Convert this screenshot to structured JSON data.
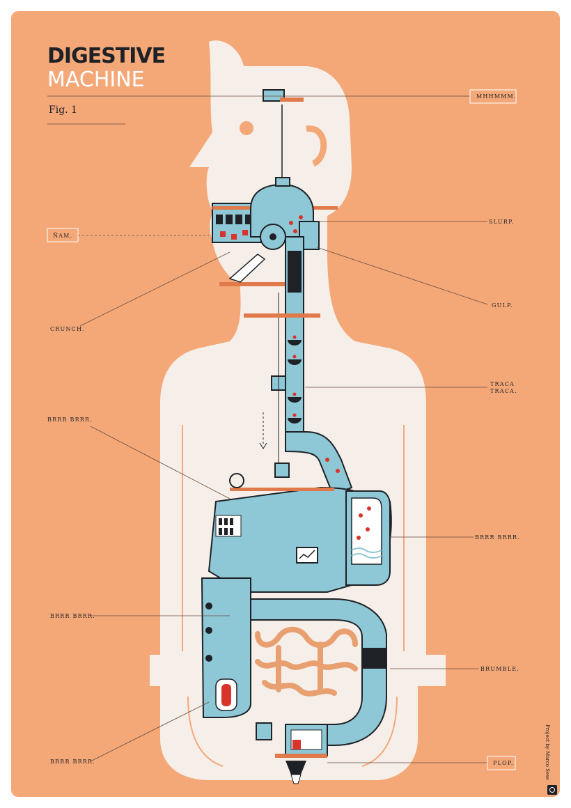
{
  "title": {
    "line1": "DIGESTIVE",
    "line2": "MACHINE"
  },
  "figure": "Fig. 1",
  "labels": {
    "mhhmmm": "MHHMMM.",
    "slurp": "SLURP.",
    "nam": "ÑAM.",
    "gulp": "GULP.",
    "crunch": "CRUNCH.",
    "traca1": "TRACA",
    "traca2": "TRACA.",
    "brrr_left_top": "BRRR BRRR.",
    "brrr_right": "BRRR BRRR.",
    "brrr_left_mid": "BRRR BRRR.",
    "brumble": "BRUMBLE.",
    "brrr_left_bottom": "BRRR BRRR.",
    "plop": "PLOP."
  },
  "credit": "Project by Marco Sese",
  "colors": {
    "background": "#f4a878",
    "silhouette": "#f6efe9",
    "machine_blue": "#8ec7d6",
    "machine_dark": "#1e2126",
    "accent_red": "#d8342c",
    "pipe_orange": "#e8a070"
  }
}
